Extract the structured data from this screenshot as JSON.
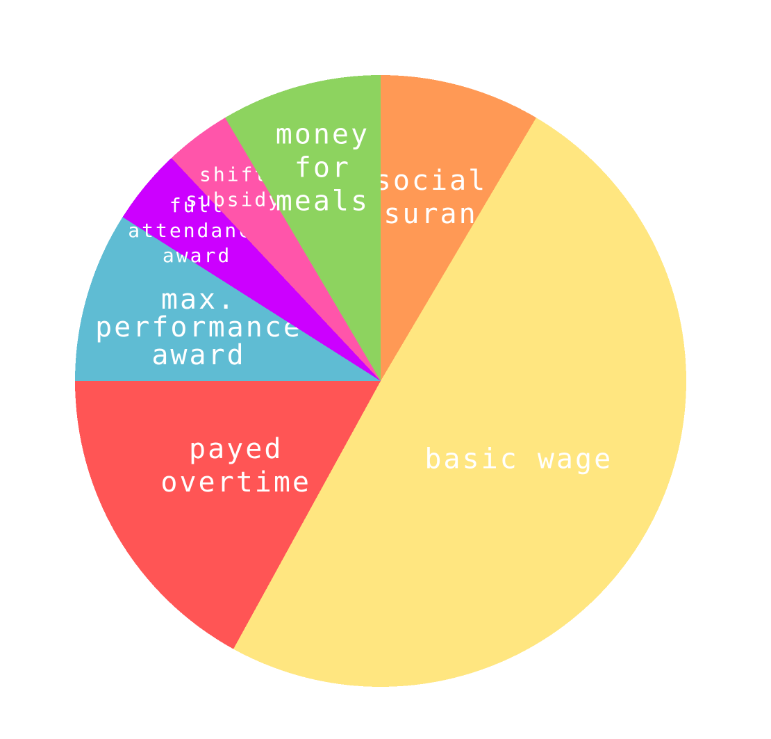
{
  "chart_data": {
    "type": "pie",
    "title": "",
    "start_angle_deg": 0,
    "direction": "clockwise",
    "slices": [
      {
        "label": "social insurance",
        "lines": [
          "social",
          "insurance"
        ],
        "value": 8.5,
        "color": "#ff9955"
      },
      {
        "label": "basic wage",
        "lines": [
          "basic wage"
        ],
        "value": 49.5,
        "color": "#ffe680"
      },
      {
        "label": "payed overtime",
        "lines": [
          "payed",
          "overtime"
        ],
        "value": 17,
        "color": "#ff5555"
      },
      {
        "label": "max. performance award",
        "lines": [
          "max.",
          "performance",
          "award"
        ],
        "value": 9,
        "color": "#5fbcd3"
      },
      {
        "label": "full attendance award",
        "lines": [
          "full",
          "attendance",
          "award"
        ],
        "value": 4,
        "color": "#cc00ff"
      },
      {
        "label": "shift subsidy",
        "lines": [
          "shift",
          "subsidy"
        ],
        "value": 3.5,
        "color": "#ff55aa"
      },
      {
        "label": "money for meals",
        "lines": [
          "money",
          "for",
          "meals"
        ],
        "value": 8.5,
        "color": "#8dd35f"
      }
    ]
  }
}
